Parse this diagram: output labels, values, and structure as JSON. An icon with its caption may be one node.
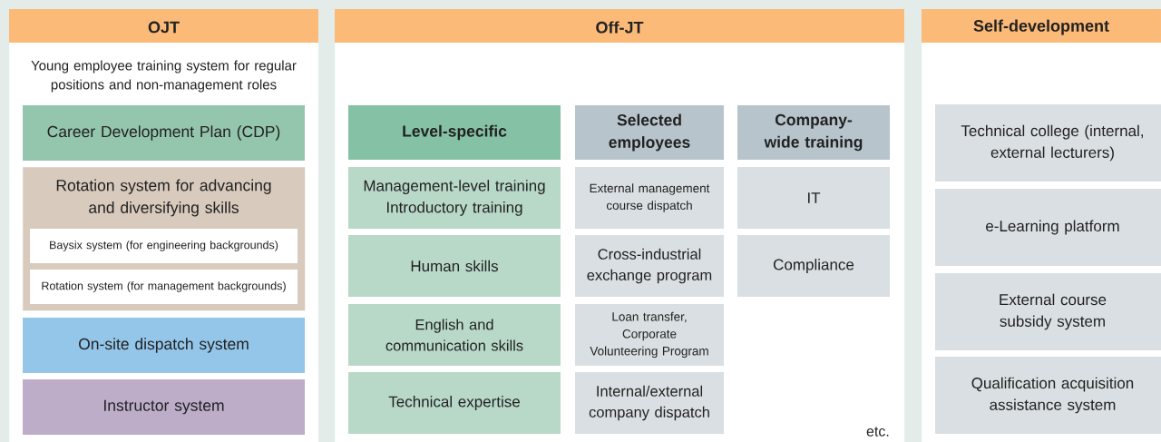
{
  "diagram": {
    "nodes": [
      {
        "text": [
          "OJT",
          "Young employee training system for regular positions and non-management roles"
        ]
      },
      {
        "text": [
          "Career Development Plan (CDP)"
        ],
        "in": 0
      },
      {
        "text": [
          "Rotation system for advancing and diversifying skills"
        ],
        "in": 0
      },
      {
        "text": [
          "Baysix system (for engineering backgrounds)"
        ],
        "in": 2
      },
      {
        "text": [
          "Rotation system (for management backgrounds)"
        ],
        "in": 2
      },
      {
        "text": [
          "On-site dispatch system"
        ],
        "in": 0
      },
      {
        "text": [
          "Instructor system"
        ],
        "in": 0
      },
      {
        "text": [
          "Off-JT"
        ]
      },
      {
        "text": [
          "Level-specific"
        ],
        "in": 7
      },
      {
        "text": [
          "Selected employees"
        ],
        "in": 7
      },
      {
        "text": [
          "Company-wide training"
        ],
        "in": 7
      },
      {
        "text": [
          "Management-level training Introductory training"
        ],
        "in": 7
      },
      {
        "text": [
          "External management course dispatch"
        ],
        "in": 7
      },
      {
        "text": [
          "IT"
        ],
        "in": 7
      },
      {
        "text": [
          "Human skills"
        ],
        "in": 7
      },
      {
        "text": [
          "Cross-industrial exchange program"
        ],
        "in": 7
      },
      {
        "text": [
          "Compliance"
        ],
        "in": 7
      },
      {
        "text": [
          "English and communication skills"
        ],
        "in": 7
      },
      {
        "text": [
          "Loan transfer, Corporate Volunteering Program"
        ],
        "in": 7
      },
      {
        "text": [
          "Technical expertise"
        ],
        "in": 7
      },
      {
        "text": [
          "Internal/external company dispatch"
        ],
        "in": 7
      },
      {
        "text": [
          "Self-development"
        ]
      },
      {
        "text": [
          "Technical college (internal, external lecturers)"
        ],
        "in": 21
      },
      {
        "text": [
          "e-Learning platform"
        ],
        "in": 21
      },
      {
        "text": [
          "External course subsidy system"
        ],
        "in": 21
      },
      {
        "text": [
          "Qualification acquisition assistance system"
        ],
        "in": 21
      }
    ],
    "edges": [],
    "labels": [
      "etc."
    ]
  }
}
